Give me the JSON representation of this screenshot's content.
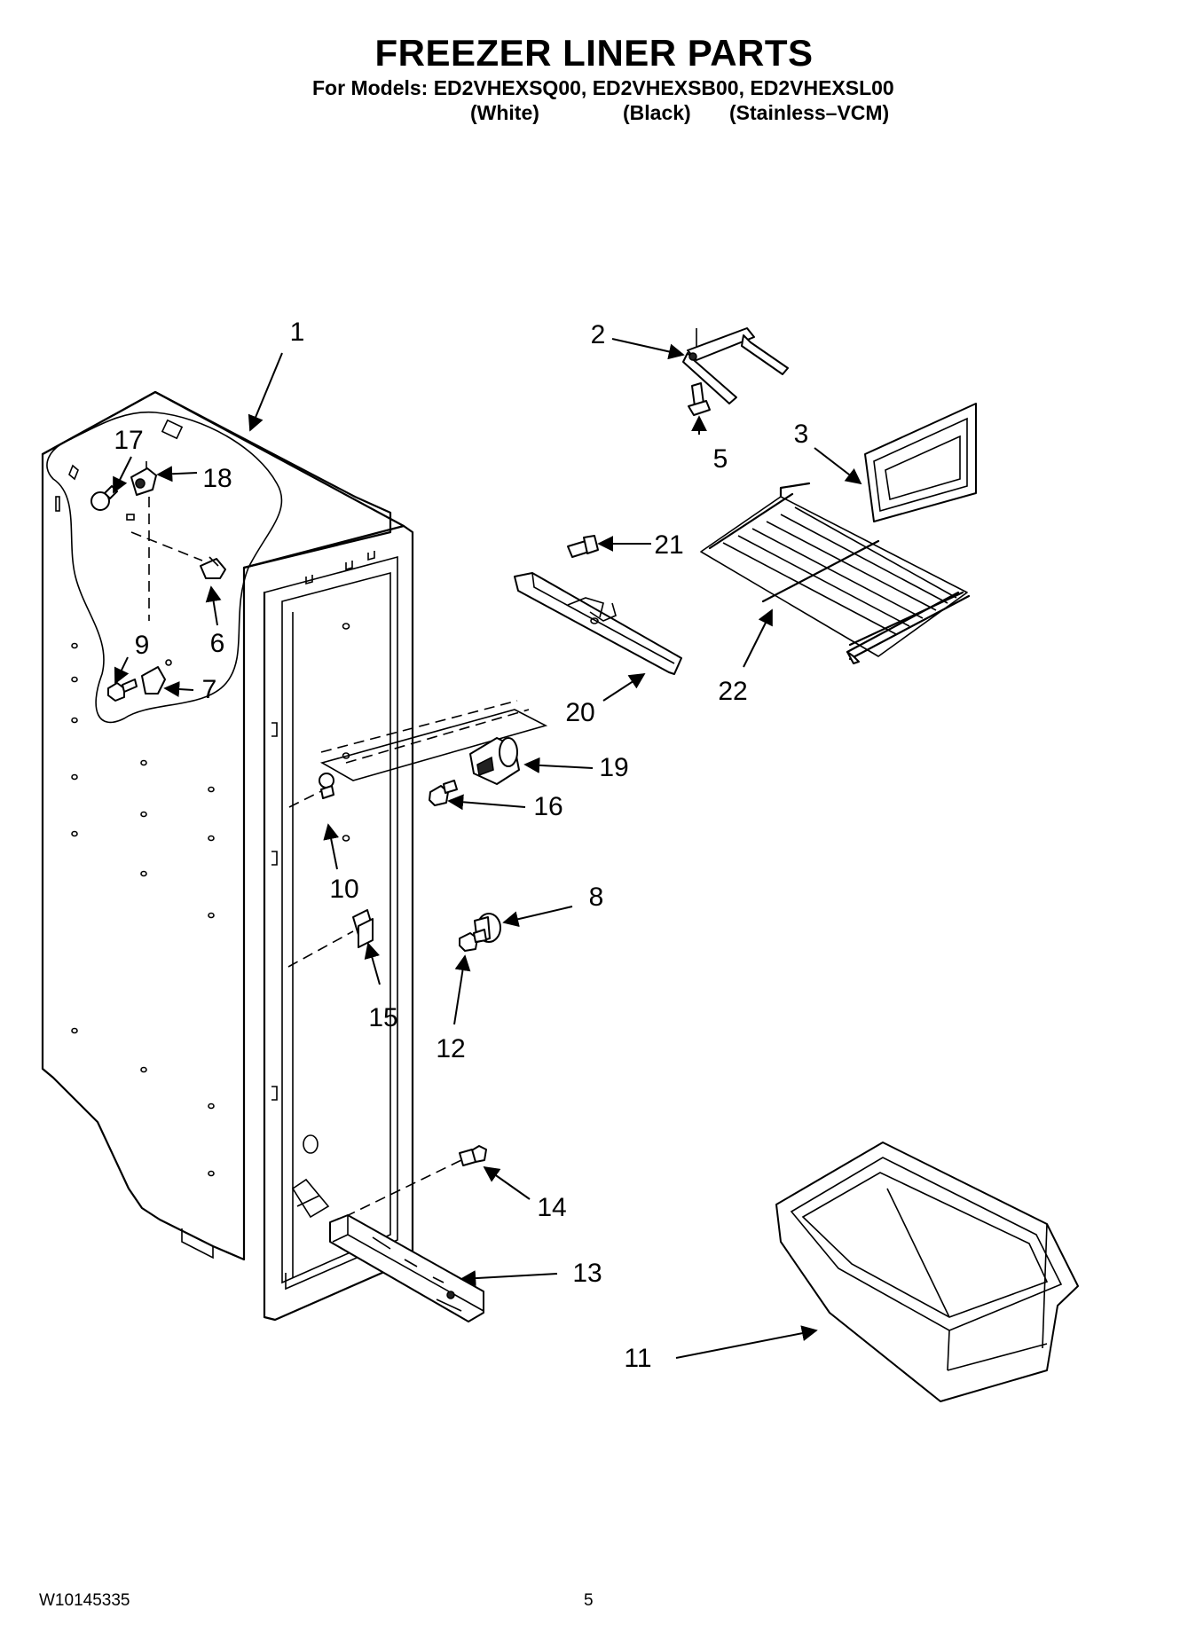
{
  "header": {
    "title": "FREEZER LINER PARTS",
    "models_line": "For Models: ED2VHEXSQ00, ED2VHEXSB00, ED2VHEXSL00",
    "variants": [
      "(White)",
      "(Black)",
      "(Stainless–VCM)"
    ]
  },
  "callouts": {
    "c1": "1",
    "c2": "2",
    "c3": "3",
    "c5": "5",
    "c6": "6",
    "c7": "7",
    "c8": "8",
    "c9": "9",
    "c10": "10",
    "c11": "11",
    "c12": "12",
    "c13": "13",
    "c14": "14",
    "c15": "15",
    "c16": "16",
    "c17": "17",
    "c18": "18",
    "c19": "19",
    "c20": "20",
    "c21": "21",
    "c22": "22"
  },
  "footer": {
    "doc_number": "W10145335",
    "page_number": "5"
  }
}
